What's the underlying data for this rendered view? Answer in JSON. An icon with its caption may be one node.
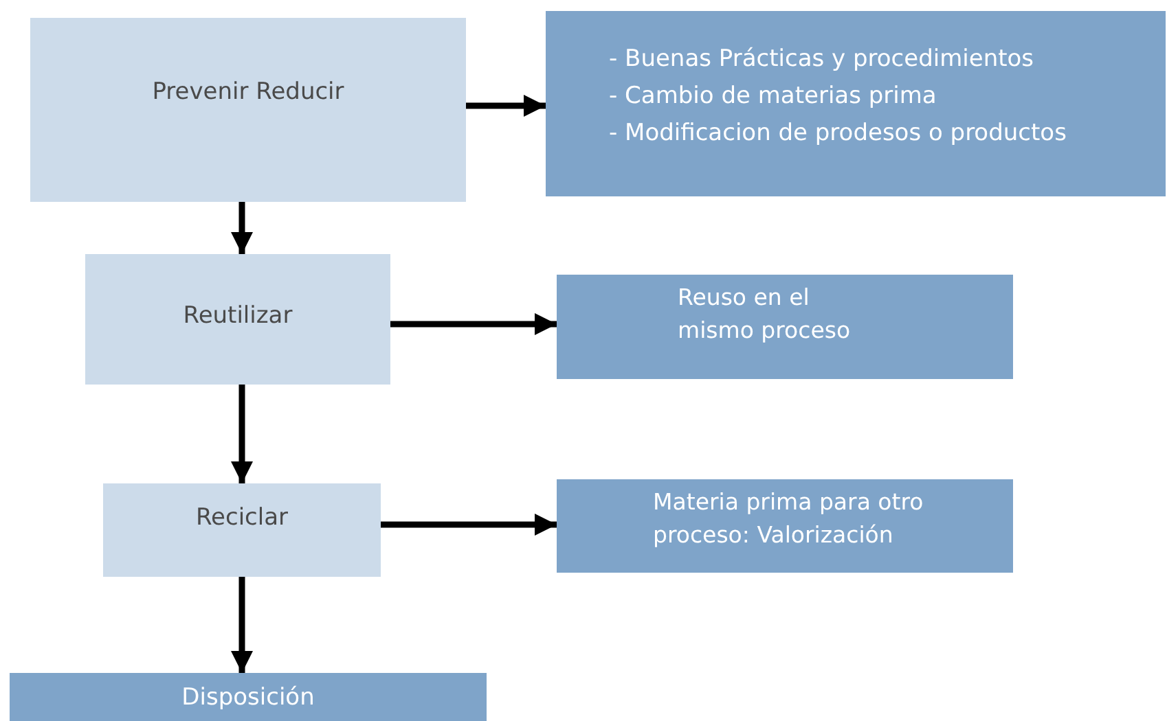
{
  "diagram": {
    "nodes": [
      {
        "text": [
          "Prevenir Reducir"
        ]
      },
      {
        "text": [
          "- Buenas Prácticas y procedimientos",
          "- Cambio de materias prima",
          "- Modificacion de prodesos o productos"
        ]
      },
      {
        "text": [
          "Reutilizar"
        ]
      },
      {
        "text": [
          "Reuso en el mismo proceso"
        ]
      },
      {
        "text": [
          "Reciclar"
        ]
      },
      {
        "text": [
          "Materia prima para otro proceso: Valorización"
        ]
      },
      {
        "text": [
          "Disposición"
        ]
      }
    ],
    "edges": [
      {
        "from": 0,
        "to": 1,
        "arrow": "to"
      },
      {
        "from": 0,
        "to": 2,
        "arrow": "to"
      },
      {
        "from": 2,
        "to": 3,
        "arrow": "to"
      },
      {
        "from": 2,
        "to": 4,
        "arrow": "to"
      },
      {
        "from": 4,
        "to": 5,
        "arrow": "to"
      },
      {
        "from": 4,
        "to": 6,
        "arrow": "to"
      }
    ]
  }
}
